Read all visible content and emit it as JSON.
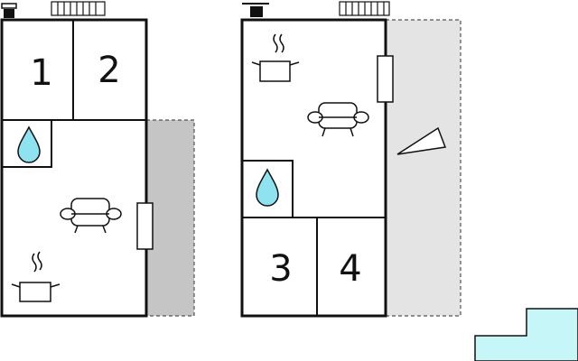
{
  "floor_plan": {
    "colors": {
      "wall": "#111111",
      "water": "#8fe3f1",
      "terrace_gray": "#c5c5c5",
      "terrace_light": "#e4e4e4",
      "pool": "#c6f6f8",
      "dash": "#555555"
    },
    "left_unit": {
      "rooms": [
        {
          "label": "1",
          "type": "bedroom"
        },
        {
          "label": "2",
          "type": "bedroom"
        }
      ],
      "icons": [
        "bathroom-drop-icon",
        "sofa-icon",
        "kitchen-pot-icon",
        "window-icon",
        "door-icon",
        "radiator-icon"
      ]
    },
    "right_unit": {
      "rooms": [
        {
          "label": "3",
          "type": "bedroom"
        },
        {
          "label": "4",
          "type": "bedroom"
        }
      ],
      "icons": [
        "kitchen-pot-icon",
        "sofa-icon",
        "bathroom-drop-icon",
        "window-icon",
        "door-icon",
        "radiator-icon"
      ]
    },
    "outdoor": [
      "terrace",
      "pool"
    ]
  }
}
